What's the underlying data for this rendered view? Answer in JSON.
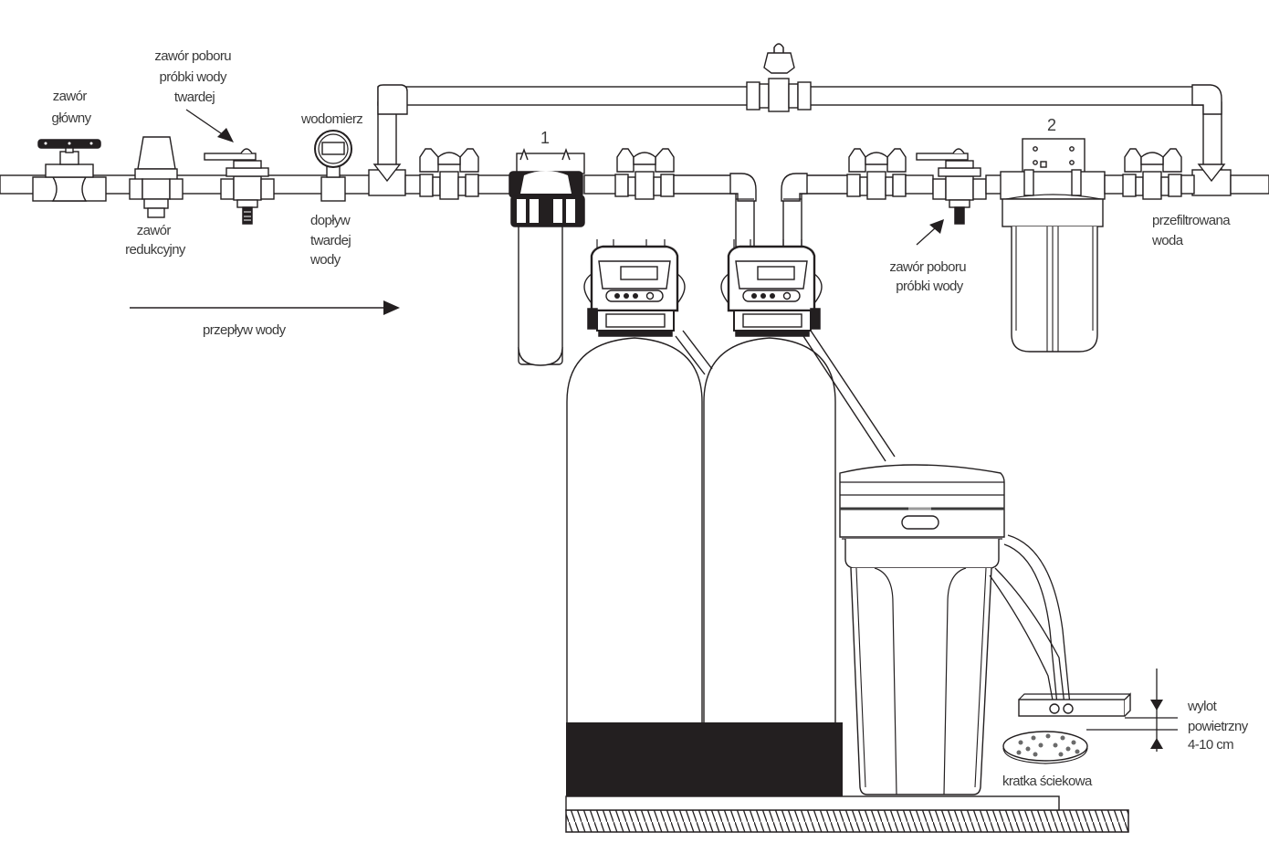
{
  "diagram": {
    "type": "water-treatment-installation-schematic",
    "labels": {
      "main_valve": [
        "zawór",
        "główny"
      ],
      "hard_water_sample_valve": [
        "zawór poboru",
        "próbki wody",
        "twardej"
      ],
      "water_meter": "wodomierz",
      "reducing_valve": [
        "zawór",
        "redukcyjny"
      ],
      "hard_water_inlet": [
        "dopływ",
        "twardej",
        "wody"
      ],
      "water_flow": "przepływ wody",
      "filter_1_number": "1",
      "filter_2_number": "2",
      "sample_valve": [
        "zawór poboru",
        "próbki wody"
      ],
      "filtered_water": [
        "przefiltrowana",
        "woda"
      ],
      "air_gap": [
        "wylot",
        "powietrzny",
        "4-10 cm"
      ],
      "floor_drain": "kratka ściekowa"
    },
    "components": [
      "main-valve",
      "reducing-valve",
      "hard-water-sample-valve",
      "water-meter",
      "bypass-line",
      "bypass-valve",
      "ball-valve-inlet",
      "pre-filter-1",
      "ball-valve-softener-in",
      "softener-tank-left",
      "softener-tank-right",
      "control-head-left",
      "control-head-right",
      "ball-valve-softener-out",
      "sample-valve",
      "filter-2",
      "ball-valve-outlet",
      "brine-tank",
      "drain-block",
      "floor-drain-grate",
      "floor"
    ]
  }
}
